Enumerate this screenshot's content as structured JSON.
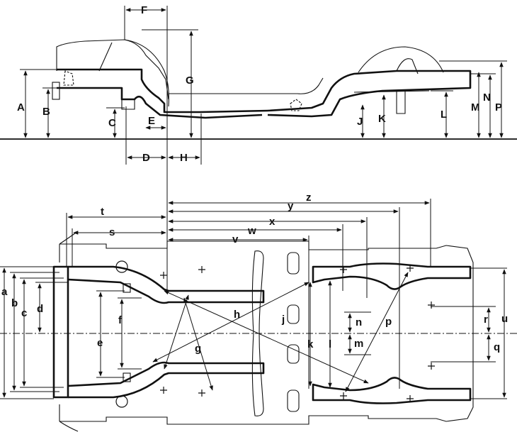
{
  "side_view": {
    "labels": {
      "A": "A",
      "B": "B",
      "C": "C",
      "D": "D",
      "E": "E",
      "F": "F",
      "G": "G",
      "H": "H",
      "J": "J",
      "K": "K",
      "L": "L",
      "M": "M",
      "N": "N",
      "P": "P"
    }
  },
  "top_view": {
    "labels": {
      "a": "a",
      "b": "b",
      "c": "c",
      "d": "d",
      "e": "e",
      "f": "f",
      "g": "g",
      "h": "h",
      "j": "j",
      "k": "k",
      "l": "l",
      "m": "m",
      "n": "n",
      "p": "p",
      "q": "q",
      "r": "r",
      "s": "s",
      "t": "t",
      "u": "u",
      "v": "v",
      "w": "w",
      "x": "x",
      "y": "y",
      "z": "z"
    }
  }
}
